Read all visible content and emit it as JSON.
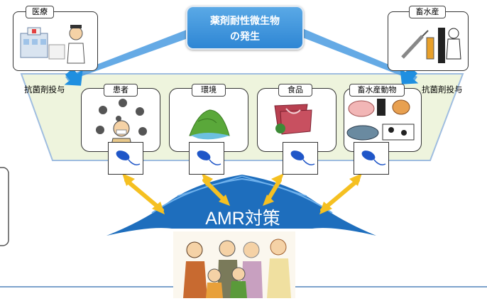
{
  "title": {
    "line1": "薬剤耐性微生物",
    "line2": "の発生"
  },
  "sources": {
    "medical": "医療",
    "livestock": "畜水産"
  },
  "side_labels": {
    "left": "抗菌剤投与",
    "right": "抗菌剤投与"
  },
  "categories": [
    {
      "label": "患者",
      "icon": "patient-icon"
    },
    {
      "label": "環境",
      "icon": "mountain-river-icon"
    },
    {
      "label": "食品",
      "icon": "meat-icon"
    },
    {
      "label": "畜水産動物",
      "icon": "livestock-animals-icon"
    }
  ],
  "center_label": "AMR対策",
  "colors": {
    "tray": "#eef4dd",
    "arrow_blue": "#1f8fe0",
    "arrow_yellow": "#f5c021",
    "title_blue": "#3d92dc",
    "cloud_blue": "#1e6ebd"
  }
}
